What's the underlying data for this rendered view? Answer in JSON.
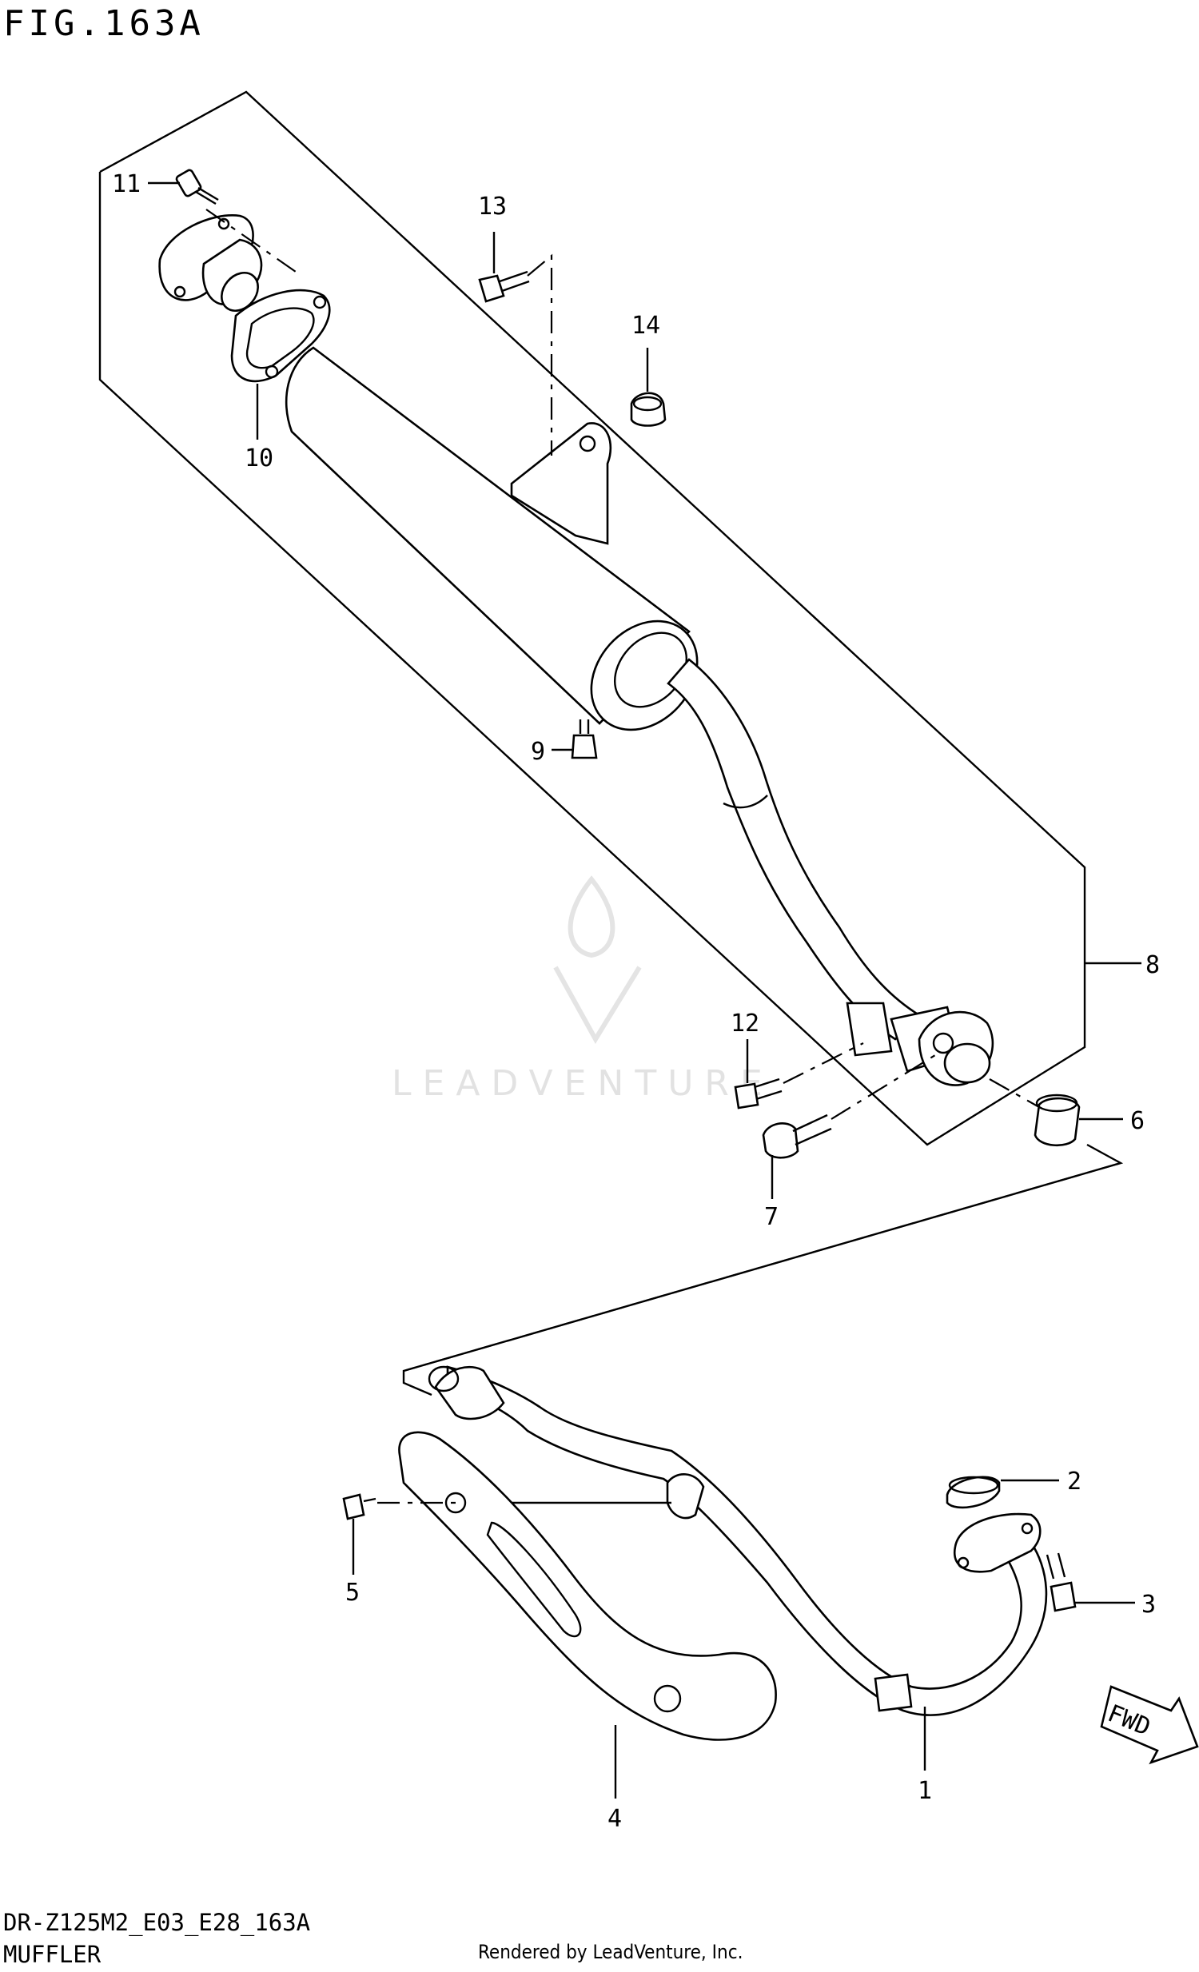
{
  "figure": {
    "title": "FIG.163A",
    "diagram_code": "DR-Z125M2_E03_E28_163A",
    "name": "MUFFLER",
    "rendered_by": "Rendered by LeadVenture, Inc.",
    "watermark": "LEADVENTURE",
    "fwd_label": "FWD"
  },
  "callouts": [
    {
      "id": "c1",
      "label": "1"
    },
    {
      "id": "c2",
      "label": "2"
    },
    {
      "id": "c3",
      "label": "3"
    },
    {
      "id": "c4",
      "label": "4"
    },
    {
      "id": "c5",
      "label": "5"
    },
    {
      "id": "c6",
      "label": "6"
    },
    {
      "id": "c7",
      "label": "7"
    },
    {
      "id": "c8",
      "label": "8"
    },
    {
      "id": "c9",
      "label": "9"
    },
    {
      "id": "c10",
      "label": "10"
    },
    {
      "id": "c11",
      "label": "11"
    },
    {
      "id": "c12",
      "label": "12"
    },
    {
      "id": "c13",
      "label": "13"
    },
    {
      "id": "c14",
      "label": "14"
    }
  ]
}
